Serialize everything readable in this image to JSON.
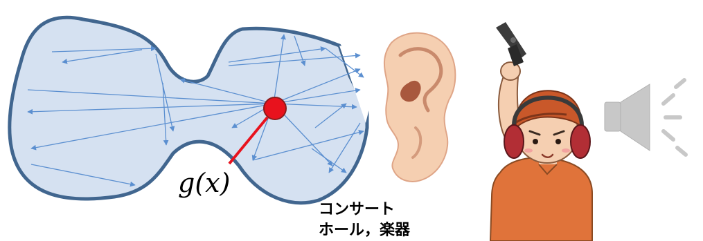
{
  "labels": {
    "function": "g(x)",
    "hall_line1": "コンサート",
    "hall_line2": "ホール，楽器"
  },
  "colors": {
    "hall_fill": "#d5e1f1",
    "hall_outline": "#41668f",
    "ray": "#5b8fd0",
    "source": "#e8121d",
    "skin": "#f5cfb1",
    "skin_shadow": "#dfa587",
    "shirt": "#e0733a",
    "cap": "#c9582a",
    "headphone": "#b22e35",
    "gun": "#3c3c3c",
    "speaker": "#c8c8c8"
  },
  "icons": [
    "ear-icon",
    "starter-pistol-icon",
    "speaker-icon"
  ]
}
